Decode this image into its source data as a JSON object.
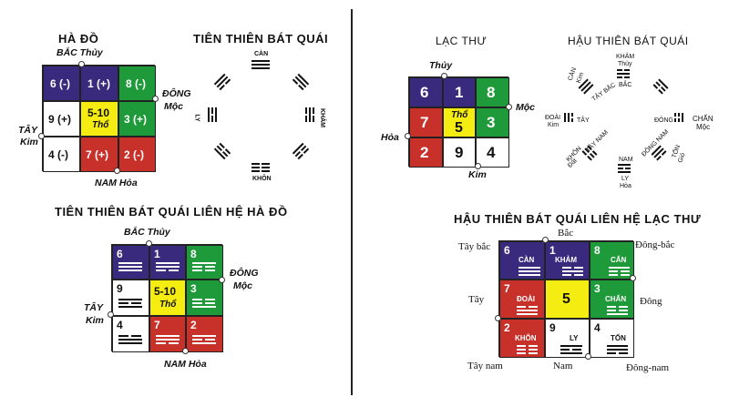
{
  "ha_do": {
    "title": "HÀ ĐỒ",
    "north": "BẮC Thủy",
    "east_1": "ĐÔNG",
    "east_2": "Mộc",
    "west_1": "TÂY",
    "west_2": "Kim",
    "south": "NAM Hỏa",
    "cells": [
      "6 (-)",
      "1 (+)",
      "8 (-)",
      "9 (+)",
      "5-10",
      "3 (+)",
      "4 (-)",
      "7 (+)",
      "2 (-)"
    ],
    "center_sub": "Thổ"
  },
  "tien_thien": {
    "title": "TIÊN THIÊN BÁT QUÁI",
    "top": "CÀN",
    "bottom": "KHÔN",
    "left": "LY",
    "right": "KHẢM"
  },
  "tt_lien_he": {
    "title": "TIÊN THIÊN BÁT QUÁI LIÊN HỆ HÀ ĐỒ",
    "north": "BẮC Thủy",
    "east_1": "ĐÔNG",
    "east_2": "Mộc",
    "west_1": "TÂY",
    "west_2": "Kim",
    "south": "NAM Hỏa",
    "cells": [
      "6",
      "1",
      "8",
      "9",
      "5-10",
      "3",
      "4",
      "7",
      "2"
    ],
    "center_sub": "Thổ"
  },
  "lac_thu": {
    "title": "LẠC THƯ",
    "north": "Thủy",
    "east": "Mộc",
    "west": "Hỏa",
    "south": "Kim",
    "cells": [
      "6",
      "1",
      "8",
      "7",
      "5",
      "3",
      "2",
      "9",
      "4"
    ],
    "center_sub": "Thổ"
  },
  "hau_thien": {
    "title": "HẬU THIÊN BÁT QUÁI",
    "top_1": "KHẢM",
    "top_2": "Thủy",
    "top_3": "BẮC",
    "bottom_1": "NAM",
    "bottom_2": "LY",
    "bottom_3": "Hỏa",
    "left_1": "ĐOÀI",
    "left_2": "Kim",
    "left_3": "TÂY",
    "right_1": "ĐÔNG",
    "right_2": "CHẤN",
    "right_3": "Mộc",
    "nw_1": "CÀN",
    "nw_2": "Kim",
    "nw_3": "TÂY BẮC",
    "sw_1": "TÂY NAM",
    "sw_2": "KHÔN",
    "sw_3": "Đất",
    "se_1": "ĐÔNG NAM",
    "se_2": "TỐN",
    "se_3": "Gió"
  },
  "ht_lien_he": {
    "title": "HẬU THIÊN BÁT QUÁI LIÊN HỆ LẠC THƯ",
    "north": "Bắc",
    "northeast": "Đông-bắc",
    "northwest": "Tây bắc",
    "east": "Đông",
    "west": "Tây",
    "southwest": "Tây nam",
    "south": "Nam",
    "southeast": "Đông-nam",
    "nums": [
      "6",
      "1",
      "8",
      "7",
      "5",
      "3",
      "2",
      "9",
      "4"
    ],
    "names": [
      "CÀN",
      "KHẢM",
      "CẤN",
      "ĐOÀI",
      "",
      "CHẤN",
      "KHÔN",
      "LY",
      "TỐN"
    ]
  },
  "colors": {
    "purple": "#3a2a7e",
    "green": "#1e9a3a",
    "red": "#c8302a",
    "yellow": "#f5ec12",
    "white": "#ffffff"
  }
}
